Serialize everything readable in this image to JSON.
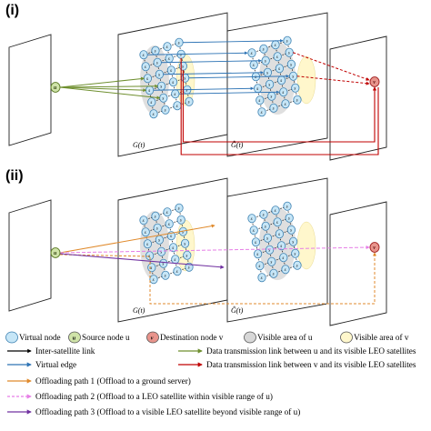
{
  "panels": [
    {
      "id": "i",
      "label": "(i)",
      "graph_label_left": "G(t)",
      "graph_label_right": "Ĝ(t)"
    },
    {
      "id": "ii",
      "label": "(ii)",
      "graph_label_left": "G(t)",
      "graph_label_right": "Ĝ(t)"
    }
  ],
  "node_labels": {
    "source": "u",
    "destination": "v",
    "satellite": "s"
  },
  "legend": {
    "row1": [
      {
        "text": "Virtual node",
        "icon": "virtual-node-circle",
        "color": "#c6e6f7"
      },
      {
        "text": "Source node u",
        "icon": "source-node-u",
        "symbol": "u",
        "color": "#cfe3a8"
      },
      {
        "text": "Destination node v",
        "icon": "destination-node-v",
        "symbol": "v",
        "color": "#e8948c"
      },
      {
        "text": "Visible area of u",
        "icon": "visible-area-u",
        "color": "#d7d7d7"
      },
      {
        "text": "Visible area of v",
        "icon": "visible-area-v",
        "color": "#fff7cc"
      }
    ],
    "lines": [
      {
        "text": "Inter-satellite link",
        "color": "#000000",
        "style": "solid"
      },
      {
        "text": "Data transmission link between u and its visible LEO satellites",
        "color": "#6f8f2f",
        "style": "solid"
      },
      {
        "text": "Virtual edge",
        "color": "#2e74b5",
        "style": "solid"
      },
      {
        "text": "Data transmission link between v and its visible LEO satellites",
        "color": "#c00000",
        "style": "solid"
      },
      {
        "text": "Offloading path 1 (Offload to a ground server)",
        "color": "#e08a2c",
        "style": "solid"
      },
      {
        "text": "Offloading path 2 (Offload to a LEO satellite within visible range of u)",
        "color": "#e67ee6",
        "style": "dashed"
      },
      {
        "text": "Offloading path 3 (Offload to a visible LEO satellite beyond visible range of u)",
        "color": "#7030a0",
        "style": "solid"
      }
    ]
  },
  "colors": {
    "node_fill": "#c6e6f7",
    "node_stroke": "#3a7fb0",
    "source_fill": "#cfe3a8",
    "dest_fill": "#e8948c",
    "area_u": "#d7d7d7",
    "area_v": "#fff7cc",
    "virtual_edge": "#2e74b5",
    "u_link": "#6f8f2f",
    "v_link": "#c00000",
    "path1": "#e08a2c",
    "path2": "#e67ee6",
    "path3": "#7030a0"
  }
}
